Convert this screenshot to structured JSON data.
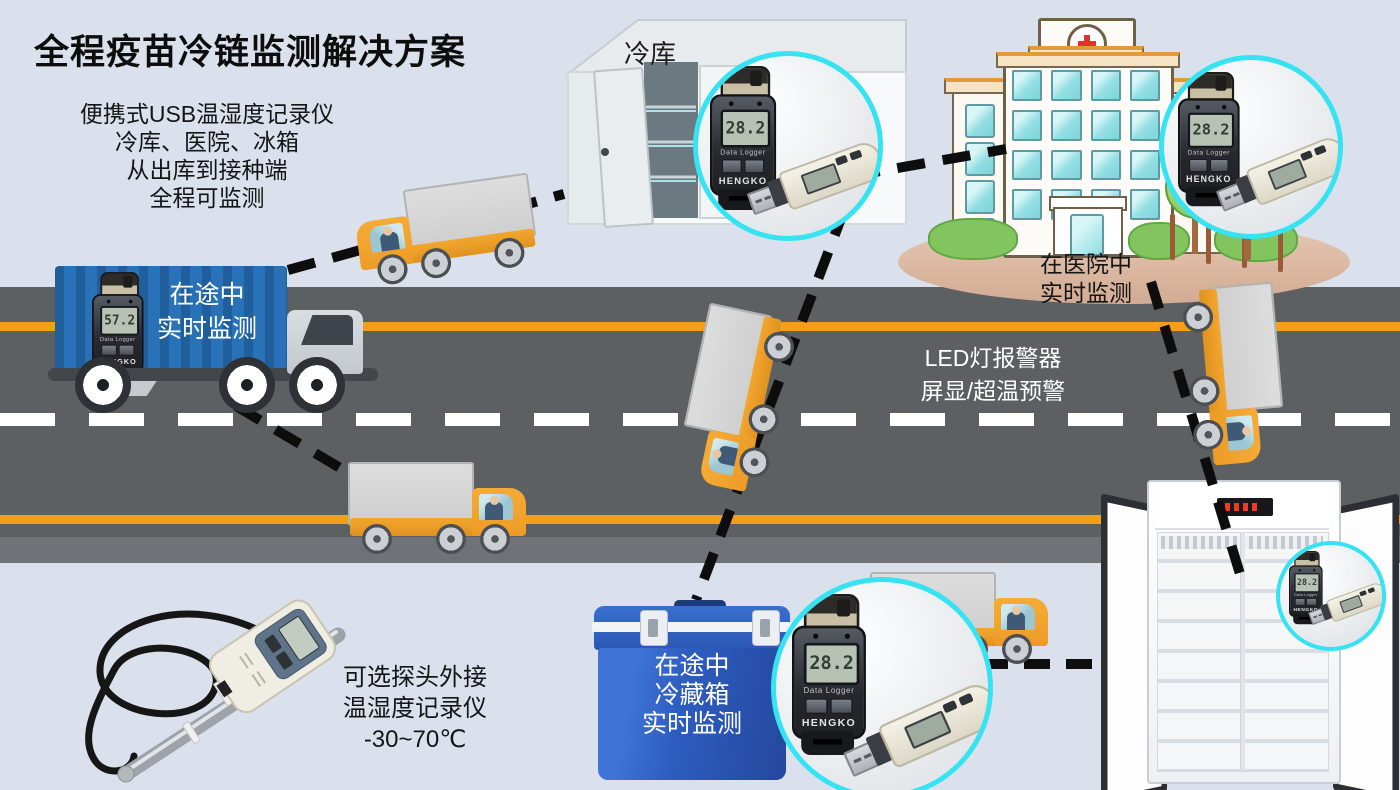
{
  "title": "全程疫苗冷链监测解决方案",
  "intro_lines": [
    "便携式USB温湿度记录仪",
    "冷库、医院、冰箱",
    "从出库到接种端",
    "全程可监测"
  ],
  "cold_storage_label": "冷库",
  "hospital_caption": [
    "在医院中",
    "实时监测"
  ],
  "truck_caption": [
    "在途中",
    "实时监测"
  ],
  "led_caption": [
    "LED灯报警器",
    "屏显/超温预警"
  ],
  "probe_caption": [
    "可选探头外接",
    "温湿度记录仪",
    "-30~70℃"
  ],
  "cooler_caption": [
    "在途中",
    "冷藏箱",
    "实时监测"
  ],
  "device": {
    "brand": "HENGKO",
    "type_label": "Data Logger",
    "reading_cold": "28.2",
    "reading_truck": "57.2"
  },
  "colors": {
    "accent_cyan": "#35e3f2",
    "truck_orange": "#f5a62a",
    "container_blue": "#2a72b8",
    "cooler_blue": "#2d5cc0",
    "road_gray": "#5d6063",
    "stripe_orange": "#f3a017",
    "cross_red": "#e0312e"
  }
}
